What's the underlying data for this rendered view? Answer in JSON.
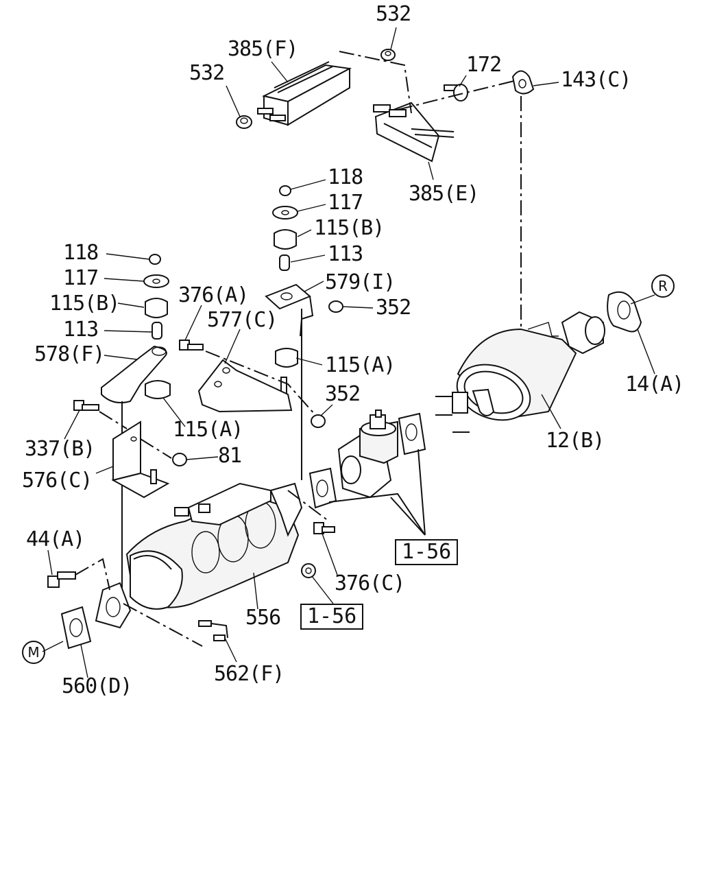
{
  "labels": {
    "l532_top": "532",
    "l385f": "385(F)",
    "l532_left": "532",
    "l172": "172",
    "l143c": "143(C)",
    "l385e": "385(E)",
    "l118_mid": "118",
    "l117_mid": "117",
    "l115b_mid": "115(B)",
    "l113_mid": "113",
    "l579i": "579(I)",
    "l352_mid": "352",
    "l118_left": "118",
    "l117_left": "117",
    "l115b_left": "115(B)",
    "l113_left": "113",
    "l578f": "578(F)",
    "l376a": "376(A)",
    "l577c": "577(C)",
    "l115a_mid": "115(A)",
    "l352_low": "352",
    "l115a_left": "115(A)",
    "l337b": "337(B)",
    "l81": "81",
    "l576c": "576(C)",
    "l14a": "14(A)",
    "l12b": "12(B)",
    "l44a": "44(A)",
    "l376c": "376(C)",
    "l556": "556",
    "l562f": "562(F)",
    "l560d": "560(D)"
  },
  "refs": {
    "ref_right": "1-56",
    "ref_center": "1-56"
  },
  "markers": {
    "r": "R",
    "m": "M"
  }
}
